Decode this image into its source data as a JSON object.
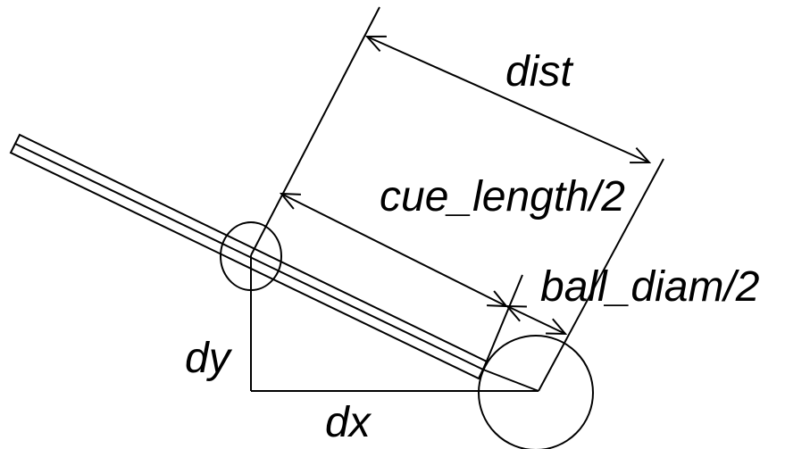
{
  "diagram": {
    "labels": {
      "dist": "dist",
      "cue_length_half": "cue_length/2",
      "ball_diam_half": "ball_diam/2",
      "dy": "dy",
      "dx": "dx"
    },
    "colors": {
      "stroke": "#000000",
      "background": "#ffffff"
    }
  }
}
